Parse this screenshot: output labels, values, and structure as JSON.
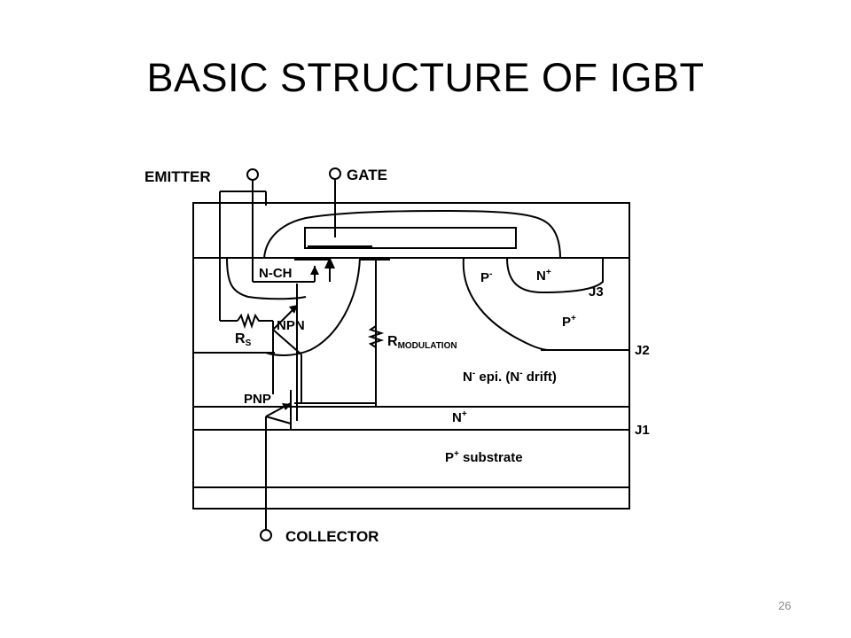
{
  "slide": {
    "title": "BASIC STRUCTURE OF IGBT",
    "page_number": "26"
  },
  "diagram": {
    "terminals": {
      "emitter": "EMITTER",
      "gate": "GATE",
      "collector": "COLLECTOR"
    },
    "regions": {
      "n_ch": "N-CH",
      "p_minus": "P",
      "p_minus_sup": "-",
      "n_plus_top": "N",
      "n_plus_top_sup": "+",
      "p_plus": "P",
      "p_plus_sup": "+",
      "n_epi": "N",
      "n_epi_sup": "-",
      "n_epi_rest": " epi. (N",
      "n_epi_sup2": "-",
      "n_epi_end": " drift)",
      "n_plus_buffer": "N",
      "n_plus_buffer_sup": "+",
      "p_sub": "P",
      "p_sub_sup": "+",
      "p_sub_rest": " substrate"
    },
    "junctions": {
      "j1": "J1",
      "j2": "J2",
      "j3": "J3"
    },
    "components": {
      "npn": "NPN",
      "pnp": "PNP",
      "rs_main": "R",
      "rs_sub": "S",
      "rmod_main": "R",
      "rmod_sub": "MODULATION"
    }
  }
}
